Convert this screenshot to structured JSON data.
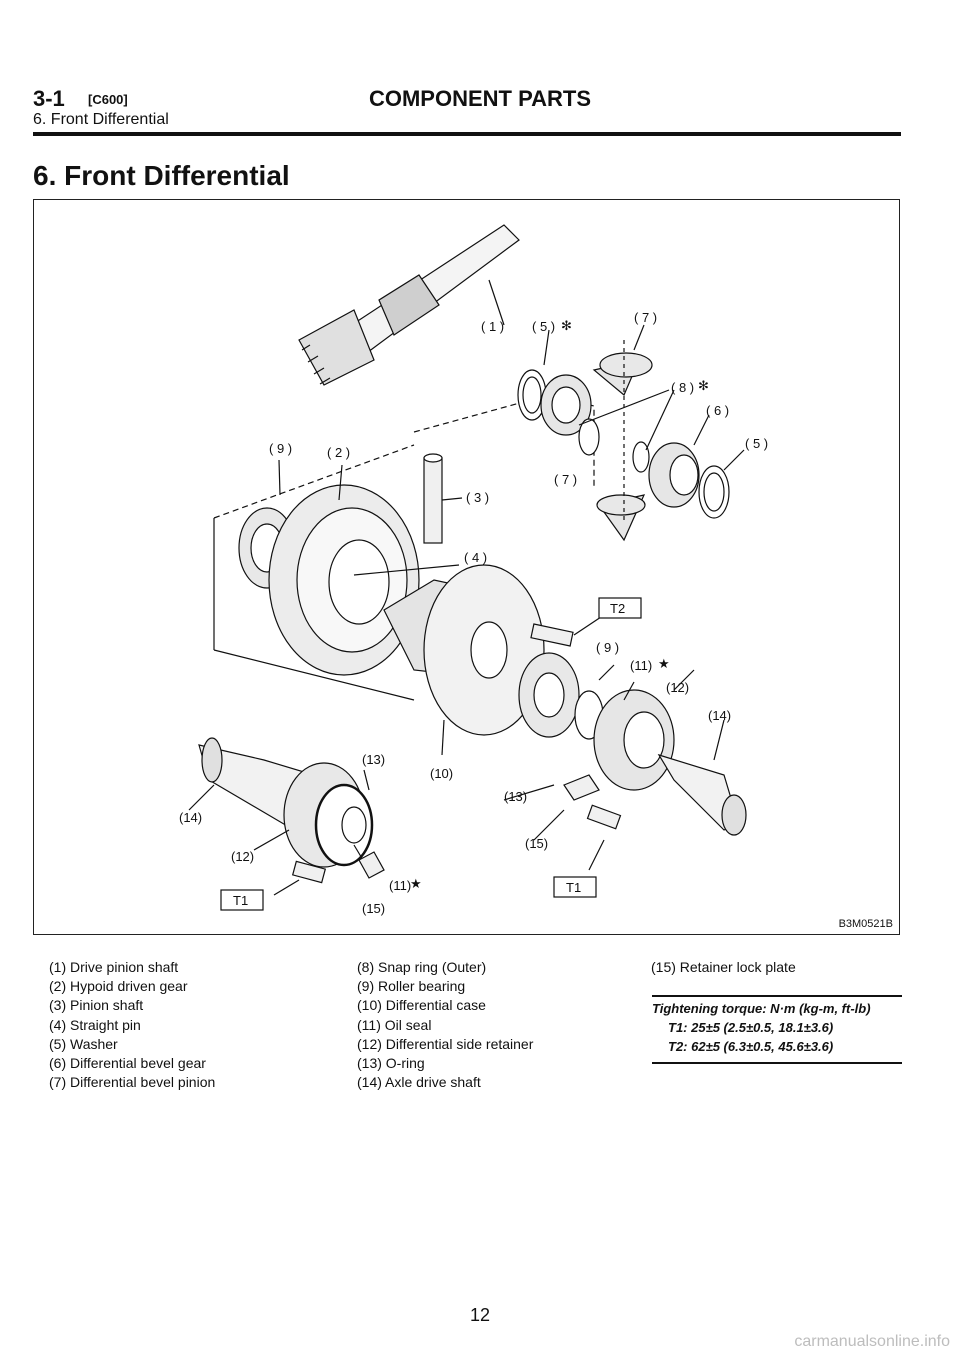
{
  "header": {
    "section_number": "3-1",
    "section_code": "[C600]",
    "section_title": "COMPONENT PARTS",
    "subtitle": "6. Front Differential"
  },
  "page_title": "6. Front Differential",
  "figure": {
    "code": "B3M0521B",
    "callouts": {
      "c1": "( 1 )",
      "c5a": "( 5 )",
      "c7a": "( 7 )",
      "c8": "( 8 )",
      "c6": "( 6 )",
      "c5b": "( 5 )",
      "c9a": "( 9 )",
      "c2": "( 2 )",
      "c3": "( 3 )",
      "c7b": "( 7 )",
      "c4": "( 4 )",
      "t2": "T2",
      "c9b": "( 9 )",
      "c11a": "(11)",
      "c12a": "(12)",
      "c14a": "(14)",
      "c13a": "(13)",
      "c10": "(10)",
      "c13b": "(13)",
      "c14b": "(14)",
      "c15a": "(15)",
      "c12b": "(12)",
      "c11b": "(11)",
      "t1a": "T1",
      "c15b": "(15)",
      "t1b": "T1"
    }
  },
  "legend": {
    "col1": [
      "(1) Drive pinion shaft",
      "(2) Hypoid driven gear",
      "(3) Pinion shaft",
      "(4) Straight pin",
      "(5) Washer",
      "(6) Differential bevel gear",
      "(7) Differential bevel pinion"
    ],
    "col2": [
      "(8) Snap ring (Outer)",
      "(9) Roller bearing",
      "(10) Differential case",
      "(11) Oil seal",
      "(12) Differential side retainer",
      "(13) O-ring",
      "(14) Axle drive shaft"
    ],
    "col3": [
      "(15) Retainer lock plate"
    ]
  },
  "torque": {
    "heading": "Tightening torque: N·m (kg-m, ft-lb)",
    "t1": "T1: 25±5 (2.5±0.5, 18.1±3.6)",
    "t2": "T2: 62±5 (6.3±0.5, 45.6±3.6)"
  },
  "page_number": "12",
  "watermark": "carmanualsonline.info"
}
